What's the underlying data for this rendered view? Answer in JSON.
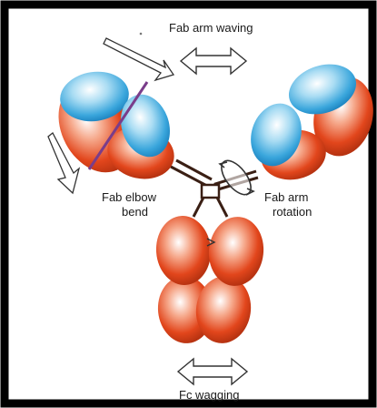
{
  "labels": {
    "fab_arm_waving": "Fab arm waving",
    "fab_elbow_bend_line1": "Fab elbow",
    "fab_elbow_bend_line2": "bend",
    "fab_arm_rotation_line1": "Fab arm",
    "fab_arm_rotation_line2": "rotation",
    "fc_wagging": "Fc wagging"
  },
  "colors": {
    "frame": "#000000",
    "heavy_chain": "#e2461c",
    "light_chain": "#3aa6dc",
    "hinge": "#3a1f14",
    "elbow_line": "#7a3d8a",
    "arrow_outline": "#333333"
  }
}
